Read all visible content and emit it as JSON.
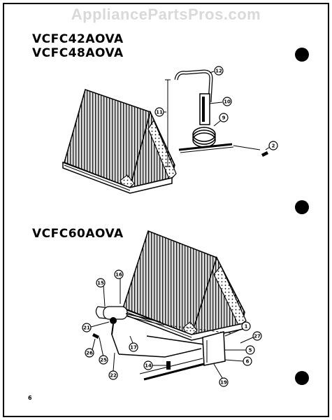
{
  "watermark": "AppliancePartsPros.com",
  "section_top": {
    "model_line1": "VCFC42AOVA",
    "model_line2": "VCFC48AOVA",
    "callouts": [
      "12",
      "10",
      "11",
      "9",
      "2"
    ]
  },
  "section_bottom": {
    "model": "VCFC60AOVA",
    "callouts": [
      "16",
      "15",
      "21",
      "1",
      "27",
      "5",
      "6",
      "17",
      "26",
      "25",
      "22",
      "14",
      "19"
    ]
  },
  "page_number": "6"
}
